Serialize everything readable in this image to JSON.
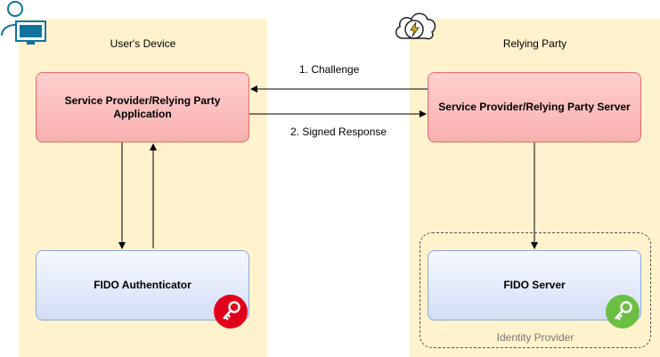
{
  "zones": {
    "left_title": "User's Device",
    "right_title": "Relying Party"
  },
  "boxes": {
    "sp_app": "Service Provider/Relying Party Application",
    "sp_server": "Service Provider/Relying Party Server",
    "fido_auth": "FIDO Authenticator",
    "fido_server": "FIDO Server"
  },
  "edges": {
    "challenge": "1. Challenge",
    "signed_response": "2. Signed Response"
  },
  "identity_provider": "Identity Provider",
  "icons": {
    "user_icon": "user-with-monitor-icon",
    "cloud_icon": "cloud-lightning-icon",
    "auth_key_icon": "key-icon",
    "server_key_icon": "key-icon"
  },
  "colors": {
    "zone_fill": "#fff2cc",
    "red_box": "#f8cecc",
    "blue_box": "#dae8fc",
    "key_red": "#e0001b",
    "key_green": "#6cbf43"
  }
}
